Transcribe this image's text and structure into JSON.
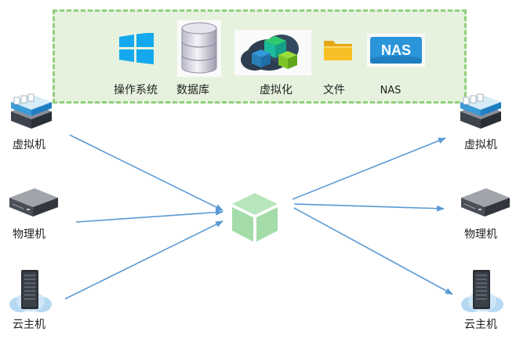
{
  "sources": {
    "vm_label": "虚拟机",
    "physical_label": "物理机",
    "cloud_label": "云主机"
  },
  "targets": {
    "vm_label": "虚拟机",
    "physical_label": "物理机",
    "cloud_label": "云主机"
  },
  "backup_scope": {
    "os_label": "操作系统",
    "db_label": "数据库",
    "virt_label": "虚拟化",
    "file_label": "文件",
    "nas_label": "NAS",
    "nas_badge": "NAS"
  },
  "icons": {
    "os": "windows-icon",
    "db": "database-icon",
    "virt": "virtualization-cube-icon",
    "file": "folder-icon",
    "nas": "nas-icon",
    "vm": "virtual-machine-stack-icon",
    "physical": "server-box-icon",
    "cloud": "cloud-server-icon",
    "hub": "green-cube-icon"
  },
  "colors": {
    "frame_fill": "#e6f2de",
    "frame_border": "#93cf7d",
    "arrow": "#5b9bd5",
    "hub": "#a3dca8",
    "windows": "#14a9ee",
    "nas_badge": "#2a95d9",
    "folder": "#f7c026"
  }
}
